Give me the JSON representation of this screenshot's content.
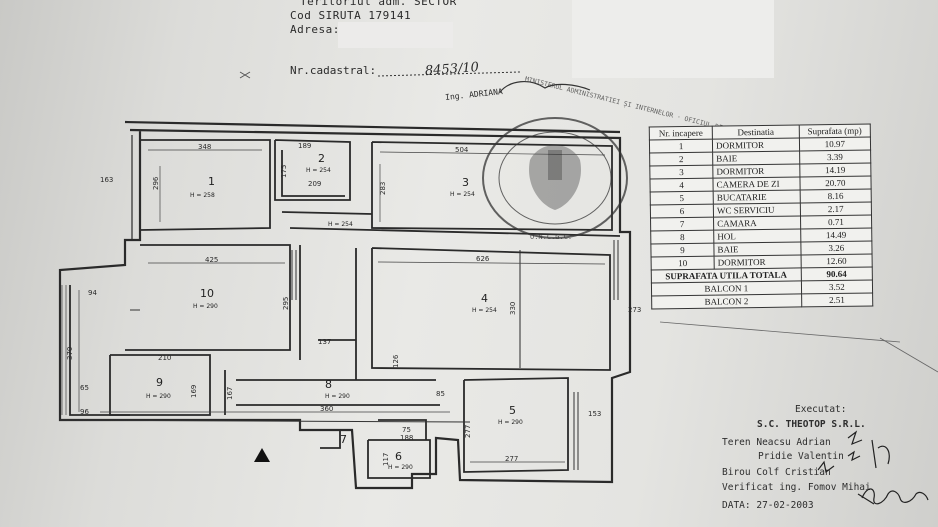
{
  "header": {
    "line1": "Teritoriul adm. SECTOR",
    "line2_label": "Cod SIRUTA",
    "line2_value": "179141",
    "line3_label": "Adresa:",
    "cadastral_label": "Nr.cadastral:",
    "cadastral_value": "8453/10",
    "signature_label": "Ing. ADRIANA"
  },
  "stamp": {
    "ring_text": "MINISTERUL ADMINISTRATIEI ȘI INTERNELOR · OFICIUL DE CADASTRU ȘI PUBLICITATE IMOBILIARĂ",
    "bottom_text": "O.N.C.G.C."
  },
  "rooms_table": {
    "headers": [
      "Nr. incapere",
      "Destinatia",
      "Suprafata (mp)"
    ],
    "rows": [
      [
        "1",
        "DORMITOR",
        "10.97"
      ],
      [
        "2",
        "BAIE",
        "3.39"
      ],
      [
        "3",
        "DORMITOR",
        "14.19"
      ],
      [
        "4",
        "CAMERA DE ZI",
        "20.70"
      ],
      [
        "5",
        "BUCATARIE",
        "8.16"
      ],
      [
        "6",
        "WC SERVICIU",
        "2.17"
      ],
      [
        "7",
        "CAMARA",
        "0.71"
      ],
      [
        "8",
        "HOL",
        "14.49"
      ],
      [
        "9",
        "BAIE",
        "3.26"
      ],
      [
        "10",
        "DORMITOR",
        "12.60"
      ]
    ],
    "total_label": "SUPRAFATA UTILA TOTALA",
    "total_value": "90.64",
    "balconies": [
      [
        "BALCON 1",
        "3.52"
      ],
      [
        "BALCON 2",
        "2.51"
      ]
    ]
  },
  "executor": {
    "title": "Executat:",
    "company": "S.C. THEOTOP S.R.L.",
    "teren_label": "Teren",
    "teren_name1": "Neacsu Adrian",
    "teren_name2": "Pridie Valentin",
    "birou_label": "Birou",
    "birou_name": "Colf Cristian",
    "verificat_label": "Verificat",
    "verificat_name": "ing. Fomov Mihai",
    "data_label": "DATA:",
    "data_value": "27-02-2003"
  },
  "plan": {
    "rooms": [
      {
        "num": "1",
        "h": "H = 258"
      },
      {
        "num": "2",
        "h": "H = 254"
      },
      {
        "num": "3",
        "h": "H = 254"
      },
      {
        "num": "4",
        "h": "H = 254"
      },
      {
        "num": "5",
        "h": "H = 290"
      },
      {
        "num": "6",
        "h": "H = 290"
      },
      {
        "num": "7",
        "h": ""
      },
      {
        "num": "8",
        "h": "H = 290"
      },
      {
        "num": "9",
        "h": "H = 290"
      },
      {
        "num": "10",
        "h": "H = 290"
      }
    ],
    "hall_h": "H = 254",
    "dims": [
      "348",
      "189",
      "504",
      "296",
      "175",
      "209",
      "283",
      "425",
      "626",
      "330",
      "295",
      "137",
      "360",
      "277",
      "277",
      "169",
      "167",
      "153",
      "273",
      "370",
      "94",
      "65",
      "96",
      "188",
      "117",
      "75",
      "210",
      "163",
      "126",
      "85"
    ]
  }
}
